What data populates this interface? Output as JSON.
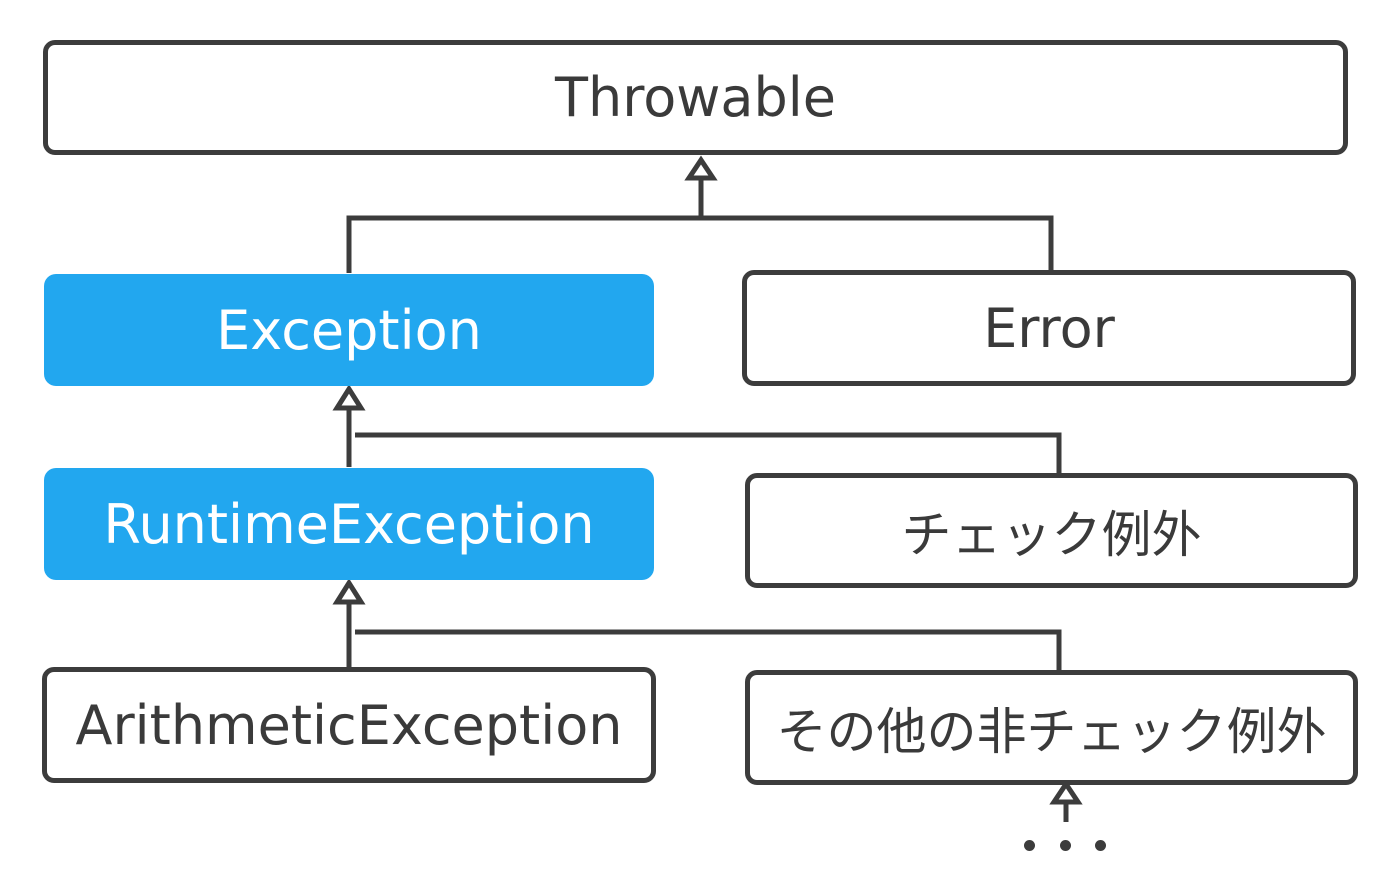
{
  "nodes": {
    "throwable": "Throwable",
    "exception": "Exception",
    "error": "Error",
    "runtime_exception": "RuntimeException",
    "checked_exception": "チェック例外",
    "arithmetic_exception": "ArithmeticException",
    "other_unchecked": "その他の非チェック例外"
  },
  "colors": {
    "highlight": "#22a7ef",
    "outline": "#3c3c3c",
    "text": "#3a3a3a"
  }
}
